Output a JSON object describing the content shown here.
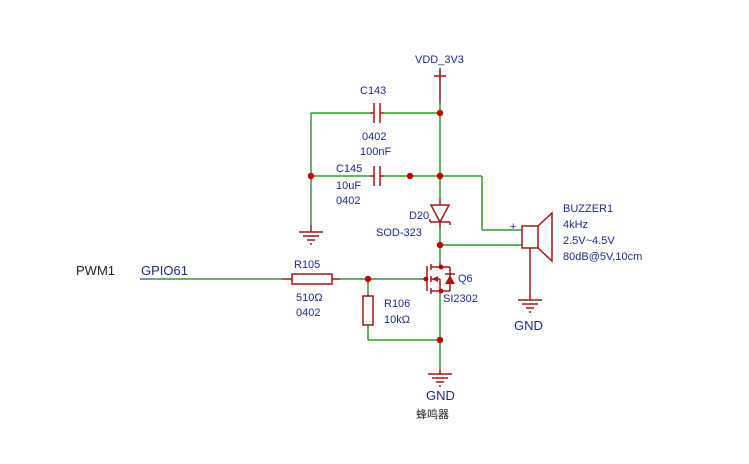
{
  "colors": {
    "wire": "#2e9e2e",
    "component": "#a01818",
    "junction": "#c00000",
    "label": "#1f2a8c",
    "netline": "#6a78c8"
  },
  "nets": {
    "vdd": "VDD_3V3",
    "gnd_buzzer": "GND",
    "gnd_main": "GND",
    "port": "PWM1",
    "gpio": "GPIO61"
  },
  "components": {
    "c143": {
      "ref": "C143",
      "package": "0402",
      "value": "100nF"
    },
    "c145": {
      "ref": "C145",
      "value": "10uF",
      "package": "0402"
    },
    "d20": {
      "ref": "D20",
      "package": "SOD-323"
    },
    "buzzer": {
      "ref": "BUZZER1",
      "freq": "4kHz",
      "voltage": "2.5V~4.5V",
      "spl": "80dB@5V,10cm",
      "pin_plus": "+"
    },
    "r105": {
      "ref": "R105",
      "value": "510Ω",
      "package": "0402"
    },
    "r106": {
      "ref": "R106",
      "value": "10kΩ"
    },
    "q6": {
      "ref": "Q6",
      "part": "SI2302"
    }
  },
  "caption": "蜂鸣器"
}
